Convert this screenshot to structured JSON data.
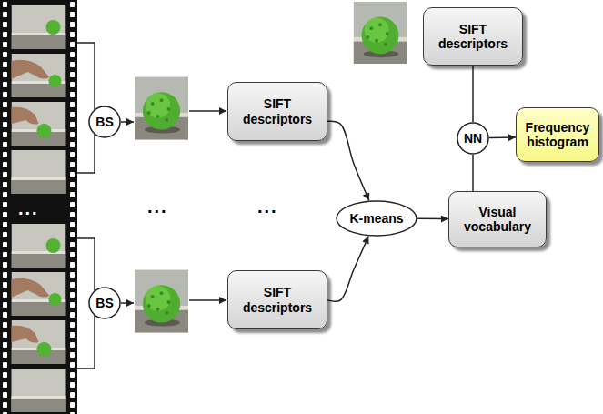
{
  "diagram": {
    "nodes": [
      {
        "text": [
          "SIFT descriptors"
        ]
      },
      {
        "text": [
          "BS"
        ]
      },
      {
        "text": [
          "SIFT descriptors"
        ]
      },
      {
        "text": [
          "NN"
        ]
      },
      {
        "text": [
          "Frequency histogram"
        ]
      },
      {
        "text": [
          "K-means"
        ]
      },
      {
        "text": [
          "Visual vocabulary"
        ]
      },
      {
        "text": [
          "BS"
        ]
      },
      {
        "text": [
          "SIFT descriptors"
        ]
      }
    ],
    "edges": [
      {
        "from": 2,
        "to": 5,
        "arrow": "to"
      },
      {
        "from": 8,
        "to": 5,
        "arrow": "to"
      },
      {
        "from": 5,
        "to": 6,
        "arrow": "to"
      },
      {
        "from": 0,
        "to": 3,
        "arrow": "none"
      },
      {
        "from": 3,
        "to": 6,
        "arrow": "none"
      },
      {
        "from": 3,
        "to": 4,
        "arrow": "to"
      }
    ],
    "labels": [
      "...",
      "...",
      "..."
    ]
  }
}
